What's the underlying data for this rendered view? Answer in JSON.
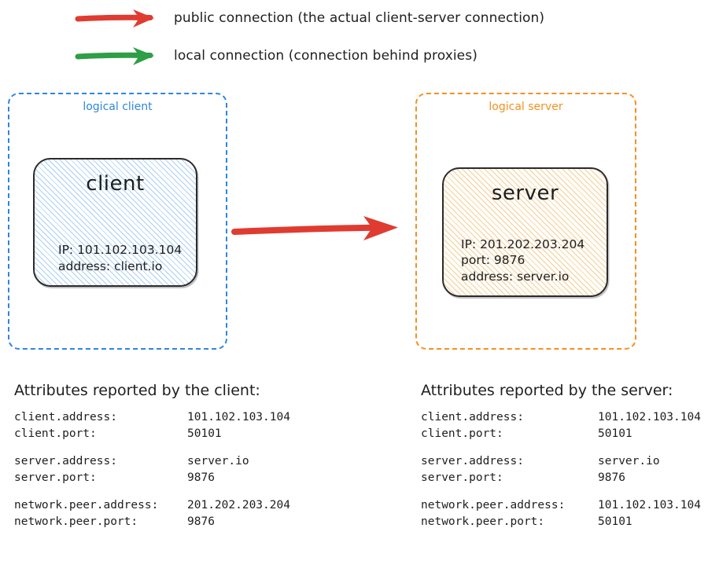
{
  "legend": {
    "items": [
      {
        "icon": "arrow-right-icon",
        "color": "#e03b30",
        "label": "public connection (the actual client-server connection)"
      },
      {
        "icon": "arrow-right-icon",
        "color": "#2e9e47",
        "label": "local connection (connection behind proxies)"
      }
    ]
  },
  "diagram": {
    "connection_arrow": {
      "icon": "arrow-right-icon",
      "color": "#e03b30",
      "kind": "public connection"
    },
    "groups": [
      {
        "id": "client",
        "label": "logical client",
        "border_color": "#2e86de",
        "node": {
          "title": "client",
          "hatch_color": "#a9cff2",
          "lines": [
            "IP: 101.102.103.104",
            "address: client.io"
          ]
        }
      },
      {
        "id": "server",
        "label": "logical server",
        "border_color": "#f5901f",
        "node": {
          "title": "server",
          "hatch_color": "#f2cfa0",
          "lines": [
            "IP: 201.202.203.204",
            "port: 9876",
            "address: server.io"
          ]
        }
      }
    ]
  },
  "attributes": {
    "client_report": {
      "heading": "Attributes reported by the client:",
      "groups": [
        [
          {
            "key": "client.address:",
            "value": "101.102.103.104"
          },
          {
            "key": "client.port:",
            "value": "50101"
          }
        ],
        [
          {
            "key": "server.address:",
            "value": "server.io"
          },
          {
            "key": "server.port:",
            "value": "9876"
          }
        ],
        [
          {
            "key": "network.peer.address:",
            "value": "201.202.203.204"
          },
          {
            "key": "network.peer.port:",
            "value": "9876"
          }
        ]
      ]
    },
    "server_report": {
      "heading": "Attributes reported by the server:",
      "groups": [
        [
          {
            "key": "client.address:",
            "value": "101.102.103.104"
          },
          {
            "key": "client.port:",
            "value": "50101"
          }
        ],
        [
          {
            "key": "server.address:",
            "value": "server.io"
          },
          {
            "key": "server.port:",
            "value": "9876"
          }
        ],
        [
          {
            "key": "network.peer.address:",
            "value": "101.102.103.104"
          },
          {
            "key": "network.peer.port:",
            "value": "50101"
          }
        ]
      ]
    }
  }
}
